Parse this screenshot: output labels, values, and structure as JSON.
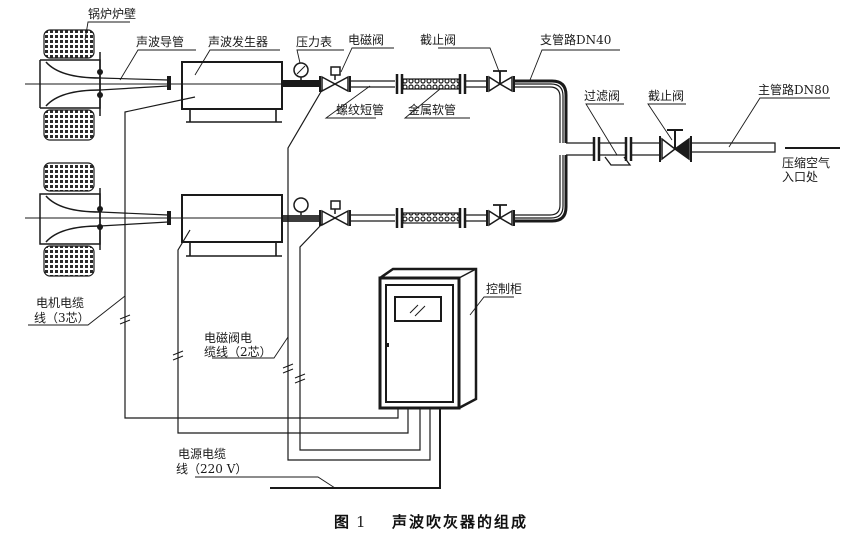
{
  "figure": {
    "caption_prefix": "图",
    "caption_number": "1",
    "caption_title": "声波吹灰器的组成"
  },
  "labels": {
    "boiler_wall": "锅炉炉壁",
    "sound_guide_tube": "声波导管",
    "sound_generator": "声波发生器",
    "pressure_gauge": "压力表",
    "solenoid_valve": "电磁阀",
    "stop_valve_branch": "截止阀",
    "branch_pipe": "支管路DN40",
    "threaded_short_pipe": "螺纹短管",
    "metal_hose": "金属软管",
    "filter_valve": "过滤阀",
    "stop_valve_main": "截止阀",
    "main_pipe": "主管路DN80",
    "compressed_air_inlet_line1": "压缩空气",
    "compressed_air_inlet_line2": "入口处",
    "control_cabinet": "控制柜",
    "motor_cable_line1": "电机电缆",
    "motor_cable_line2": "线（3芯）",
    "solenoid_cable_line1": "电磁阀电",
    "solenoid_cable_line2": "缆线（2芯）",
    "power_cable_line1": "电源电缆",
    "power_cable_line2": "线（220 V）"
  },
  "colors": {
    "ink": "#1a1a1a",
    "background": "#ffffff"
  }
}
